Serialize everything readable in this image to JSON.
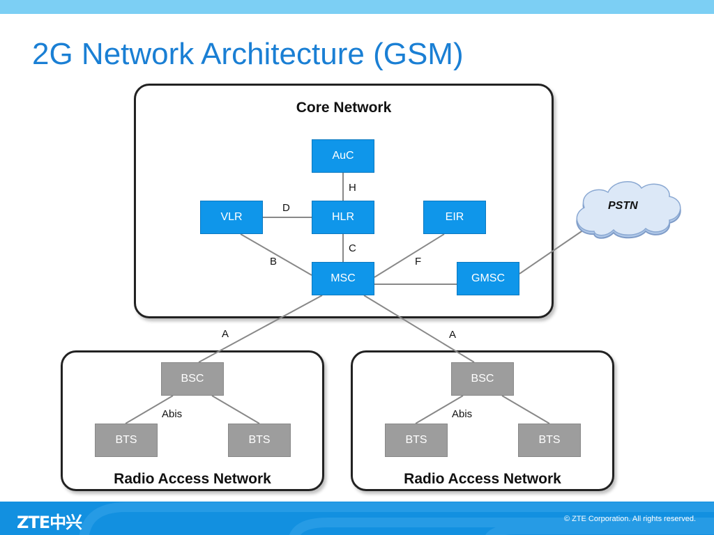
{
  "title": "2G Network Architecture (GSM)",
  "core_network": {
    "title": "Core Network",
    "nodes": {
      "auc": "AuC",
      "vlr": "VLR",
      "hlr": "HLR",
      "eir": "EIR",
      "msc": "MSC",
      "gmsc": "GMSC"
    },
    "interfaces": {
      "h": "H",
      "d": "D",
      "c": "C",
      "b": "B",
      "f": "F"
    }
  },
  "external": {
    "pstn": "PSTN"
  },
  "links": {
    "a_left": "A",
    "a_right": "A"
  },
  "radio_access_left": {
    "title": "Radio Access Network",
    "bsc": "BSC",
    "bts_1": "BTS",
    "bts_2": "BTS",
    "abis": "Abis"
  },
  "radio_access_right": {
    "title": "Radio Access Network",
    "bsc": "BSC",
    "bts_1": "BTS",
    "bts_2": "BTS",
    "abis": "Abis"
  },
  "footer": {
    "logo": "ZTE中兴",
    "copyright": "© ZTE Corporation. All rights reserved."
  },
  "colors": {
    "title_blue": "#1a7fd4",
    "node_blue": "#0f96ea",
    "node_gray": "#9d9d9d",
    "top_bar": "#7ccff4",
    "footer_blue": "#1290e0"
  }
}
